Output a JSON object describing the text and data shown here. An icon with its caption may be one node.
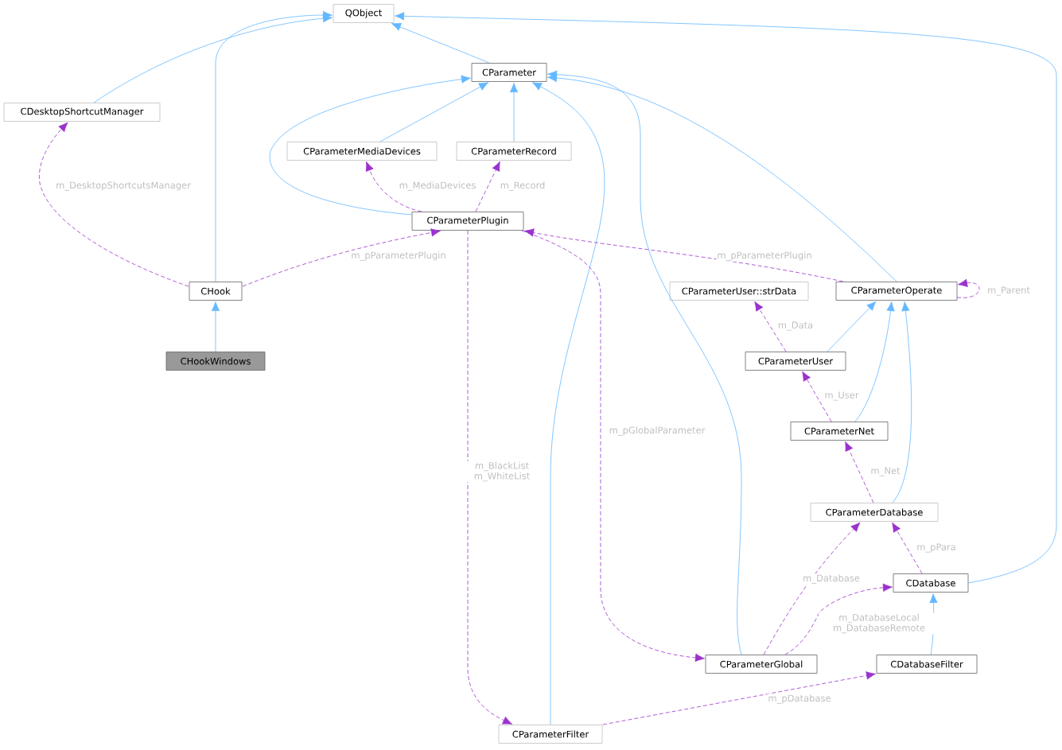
{
  "diagram": {
    "nodes": [
      {
        "text": [
          "QObject"
        ]
      },
      {
        "text": [
          "CParameter"
        ]
      },
      {
        "text": [
          "CDesktopShortcutManager"
        ]
      },
      {
        "text": [
          "CParameterMediaDevices"
        ]
      },
      {
        "text": [
          "CParameterRecord"
        ]
      },
      {
        "text": [
          "CParameterPlugin"
        ]
      },
      {
        "text": [
          "CHook"
        ]
      },
      {
        "text": [
          "CHookWindows"
        ]
      },
      {
        "text": [
          "CParameterUser::strData"
        ]
      },
      {
        "text": [
          "CParameterOperate"
        ]
      },
      {
        "text": [
          "CParameterUser"
        ]
      },
      {
        "text": [
          "CParameterNet"
        ]
      },
      {
        "text": [
          "CParameterDatabase"
        ]
      },
      {
        "text": [
          "CDatabase"
        ]
      },
      {
        "text": [
          "CParameterGlobal"
        ]
      },
      {
        "text": [
          "CDatabaseFilter"
        ]
      },
      {
        "text": [
          "CParameterFilter"
        ]
      }
    ],
    "edges": [
      {
        "from": 1,
        "to": 0,
        "arrow": "to"
      },
      {
        "from": 2,
        "to": 0,
        "arrow": "to"
      },
      {
        "from": 6,
        "to": 0,
        "arrow": "to"
      },
      {
        "from": 13,
        "to": 0,
        "arrow": "to"
      },
      {
        "from": 3,
        "to": 1,
        "arrow": "to"
      },
      {
        "from": 4,
        "to": 1,
        "arrow": "to"
      },
      {
        "from": 5,
        "to": 1,
        "arrow": "to"
      },
      {
        "from": 16,
        "to": 1,
        "arrow": "to"
      },
      {
        "from": 14,
        "to": 1,
        "arrow": "to"
      },
      {
        "from": 9,
        "to": 1,
        "arrow": "to"
      },
      {
        "from": 7,
        "to": 6,
        "arrow": "to"
      },
      {
        "from": 10,
        "to": 9,
        "arrow": "to"
      },
      {
        "from": 11,
        "to": 9,
        "arrow": "to"
      },
      {
        "from": 12,
        "to": 9,
        "arrow": "to"
      },
      {
        "from": 15,
        "to": 13,
        "arrow": "to"
      },
      {
        "from": 6,
        "to": 2,
        "arrow": "to",
        "label": "m_DesktopShortcutsManager",
        "style": "dashed",
        "color": "#9a32cd"
      },
      {
        "from": 6,
        "to": 5,
        "arrow": "to",
        "label": "m_pParameterPlugin",
        "style": "dashed",
        "color": "#9a32cd"
      },
      {
        "from": 5,
        "to": 3,
        "arrow": "to",
        "label": "m_MediaDevices",
        "style": "dashed",
        "color": "#9a32cd"
      },
      {
        "from": 5,
        "to": 4,
        "arrow": "to",
        "label": "m_Record",
        "style": "dashed",
        "color": "#9a32cd"
      },
      {
        "from": 9,
        "to": 5,
        "arrow": "to",
        "label": "m_pParameterPlugin",
        "style": "dashed",
        "color": "#9a32cd"
      },
      {
        "from": 9,
        "to": 9,
        "arrow": "to",
        "label": "m_Parent",
        "style": "dashed",
        "color": "#9a32cd"
      },
      {
        "from": 5,
        "to": 16,
        "arrow": "to",
        "label": "m_BlackList m_WhiteList",
        "style": "dashed",
        "color": "#9a32cd"
      },
      {
        "from": 5,
        "to": 14,
        "arrow": "to",
        "label": "m_pGlobalParameter",
        "style": "dashed",
        "color": "#9a32cd"
      },
      {
        "from": 10,
        "to": 8,
        "arrow": "to",
        "label": "m_Data",
        "style": "dashed",
        "color": "#9a32cd"
      },
      {
        "from": 11,
        "to": 10,
        "arrow": "to",
        "label": "m_User",
        "style": "dashed",
        "color": "#9a32cd"
      },
      {
        "from": 12,
        "to": 11,
        "arrow": "to",
        "label": "m_Net",
        "style": "dashed",
        "color": "#9a32cd"
      },
      {
        "from": 13,
        "to": 12,
        "arrow": "to",
        "label": "m_pPara",
        "style": "dashed",
        "color": "#9a32cd"
      },
      {
        "from": 14,
        "to": 12,
        "arrow": "to",
        "label": "m_Database",
        "style": "dashed",
        "color": "#9a32cd"
      },
      {
        "from": 14,
        "to": 13,
        "arrow": "to",
        "label": "m_DatabaseLocal m_DatabaseRemote",
        "style": "dashed",
        "color": "#9a32cd"
      },
      {
        "from": 16,
        "to": 15,
        "arrow": "to",
        "label": "m_pDatabase",
        "style": "dashed",
        "color": "#9a32cd"
      }
    ]
  }
}
